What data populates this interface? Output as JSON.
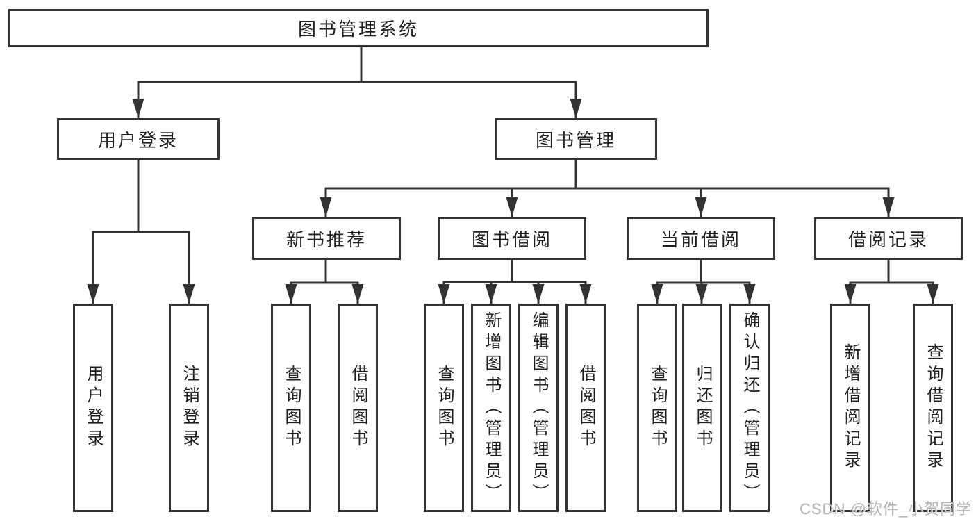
{
  "diagram_title": "图书管理系统",
  "tree": {
    "label": "图书管理系统",
    "children": [
      {
        "label": "用户登录",
        "children": [
          {
            "label": "用户登录"
          },
          {
            "label": "注销登录"
          }
        ]
      },
      {
        "label": "图书管理",
        "children": [
          {
            "label": "新书推荐",
            "children": [
              {
                "label": "查询图书"
              },
              {
                "label": "借阅图书"
              }
            ]
          },
          {
            "label": "图书借阅",
            "children": [
              {
                "label": "查询图书"
              },
              {
                "label": "新增图书（管理员）"
              },
              {
                "label": "编辑图书（管理员）"
              },
              {
                "label": "借阅图书"
              }
            ]
          },
          {
            "label": "当前借阅",
            "children": [
              {
                "label": "查询图书"
              },
              {
                "label": "归还图书"
              },
              {
                "label": "确认归还（管理员）"
              }
            ]
          },
          {
            "label": "借阅记录",
            "children": [
              {
                "label": "新增借阅记录"
              },
              {
                "label": "查询借阅记录"
              }
            ]
          }
        ]
      }
    ]
  },
  "watermark": {
    "text": "CSDN @软件_小贺同学"
  },
  "colors": {
    "line": "#333333",
    "node_border": "#333333",
    "text": "#1f1f1f",
    "watermark": "#b5b5b5",
    "background": "#ffffff"
  }
}
